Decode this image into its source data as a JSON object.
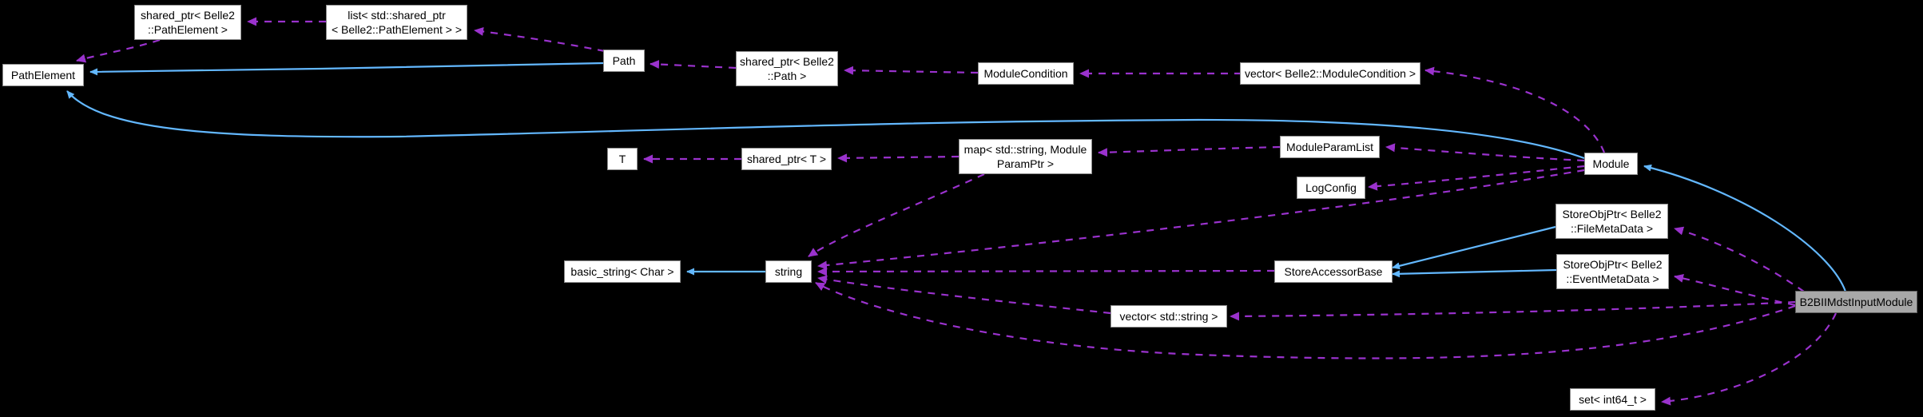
{
  "diagram": {
    "type": "class-collaboration-graph",
    "focus_node": "B2BIIMdstInputModule",
    "colors": {
      "inheritance_edge": "#63b8ff",
      "usage_edge": "#9a32cd",
      "node_fill": "#ffffff",
      "node_border": "#8f8f8f",
      "focus_fill": "#a8a8a8",
      "focus_border": "#5f5f5f",
      "text_color": "#000000",
      "bg": "#000000"
    },
    "nodes": [
      {
        "id": "shared_ptr_pathelement",
        "label": "shared_ptr< Belle2\n::PathElement >"
      },
      {
        "id": "list_shared_ptr_pathelement",
        "label": "list< std::shared_ptr\n< Belle2::PathElement > >"
      },
      {
        "id": "pathelement",
        "label": "PathElement"
      },
      {
        "id": "path",
        "label": "Path"
      },
      {
        "id": "shared_ptr_path",
        "label": "shared_ptr< Belle2\n::Path >"
      },
      {
        "id": "modulecondition",
        "label": "ModuleCondition"
      },
      {
        "id": "vector_modulecondition",
        "label": "vector< Belle2::ModuleCondition >"
      },
      {
        "id": "t",
        "label": "T"
      },
      {
        "id": "shared_ptr_t",
        "label": "shared_ptr< T >"
      },
      {
        "id": "map_string_moduleparamptr",
        "label": "map< std::string, Module\nParamPtr >"
      },
      {
        "id": "moduleparamlist",
        "label": "ModuleParamList"
      },
      {
        "id": "logconfig",
        "label": "LogConfig"
      },
      {
        "id": "module",
        "label": "Module"
      },
      {
        "id": "storeobjptr_filemetadata",
        "label": "StoreObjPtr< Belle2\n::FileMetaData >"
      },
      {
        "id": "storeaccessorbase",
        "label": "StoreAccessorBase"
      },
      {
        "id": "storeobjptr_eventmetadata",
        "label": "StoreObjPtr< Belle2\n::EventMetaData >"
      },
      {
        "id": "basic_string_char",
        "label": "basic_string< Char >"
      },
      {
        "id": "string",
        "label": "string"
      },
      {
        "id": "vector_std_string",
        "label": "vector< std::string >"
      },
      {
        "id": "b2biimdstinputmodule",
        "label": "B2BIIMdstInputModule"
      },
      {
        "id": "set_int64_t",
        "label": "set< int64_t >"
      }
    ],
    "edges": [
      {
        "from": "Path",
        "to": "PathElement",
        "type": "inheritance"
      },
      {
        "from": "Module",
        "to": "PathElement",
        "type": "inheritance"
      },
      {
        "from": "string",
        "to": "basic_string< Char >",
        "type": "inheritance"
      },
      {
        "from": "StoreObjPtr< Belle2::FileMetaData >",
        "to": "StoreAccessorBase",
        "type": "inheritance"
      },
      {
        "from": "StoreObjPtr< Belle2::EventMetaData >",
        "to": "StoreAccessorBase",
        "type": "inheritance"
      },
      {
        "from": "B2BIIMdstInputModule",
        "to": "Module",
        "type": "inheritance"
      },
      {
        "from": "list< std::shared_ptr< Belle2::PathElement > >",
        "to": "shared_ptr< Belle2::PathElement >",
        "type": "usage"
      },
      {
        "from": "shared_ptr< Belle2::PathElement >",
        "to": "PathElement",
        "type": "usage"
      },
      {
        "from": "Path",
        "to": "list< std::shared_ptr< Belle2::PathElement > >",
        "type": "usage"
      },
      {
        "from": "shared_ptr< Belle2::Path >",
        "to": "Path",
        "type": "usage"
      },
      {
        "from": "ModuleCondition",
        "to": "shared_ptr< Belle2::Path >",
        "type": "usage"
      },
      {
        "from": "vector< Belle2::ModuleCondition >",
        "to": "ModuleCondition",
        "type": "usage"
      },
      {
        "from": "Module",
        "to": "vector< Belle2::ModuleCondition >",
        "type": "usage"
      },
      {
        "from": "shared_ptr< T >",
        "to": "T",
        "type": "usage"
      },
      {
        "from": "map< std::string, ModuleParamPtr >",
        "to": "shared_ptr< T >",
        "type": "usage"
      },
      {
        "from": "ModuleParamList",
        "to": "map< std::string, ModuleParamPtr >",
        "type": "usage"
      },
      {
        "from": "Module",
        "to": "ModuleParamList",
        "type": "usage"
      },
      {
        "from": "Module",
        "to": "LogConfig",
        "type": "usage"
      },
      {
        "from": "map< std::string, ModuleParamPtr >",
        "to": "string",
        "type": "usage"
      },
      {
        "from": "StoreAccessorBase",
        "to": "string",
        "type": "usage"
      },
      {
        "from": "Module",
        "to": "string",
        "type": "usage"
      },
      {
        "from": "vector< std::string >",
        "to": "string",
        "type": "usage"
      },
      {
        "from": "B2BIIMdstInputModule",
        "to": "string",
        "type": "usage"
      },
      {
        "from": "B2BIIMdstInputModule",
        "to": "vector< std::string >",
        "type": "usage"
      },
      {
        "from": "B2BIIMdstInputModule",
        "to": "StoreObjPtr< Belle2::FileMetaData >",
        "type": "usage"
      },
      {
        "from": "B2BIIMdstInputModule",
        "to": "StoreObjPtr< Belle2::EventMetaData >",
        "type": "usage"
      },
      {
        "from": "B2BIIMdstInputModule",
        "to": "set< int64_t >",
        "type": "usage"
      }
    ]
  }
}
